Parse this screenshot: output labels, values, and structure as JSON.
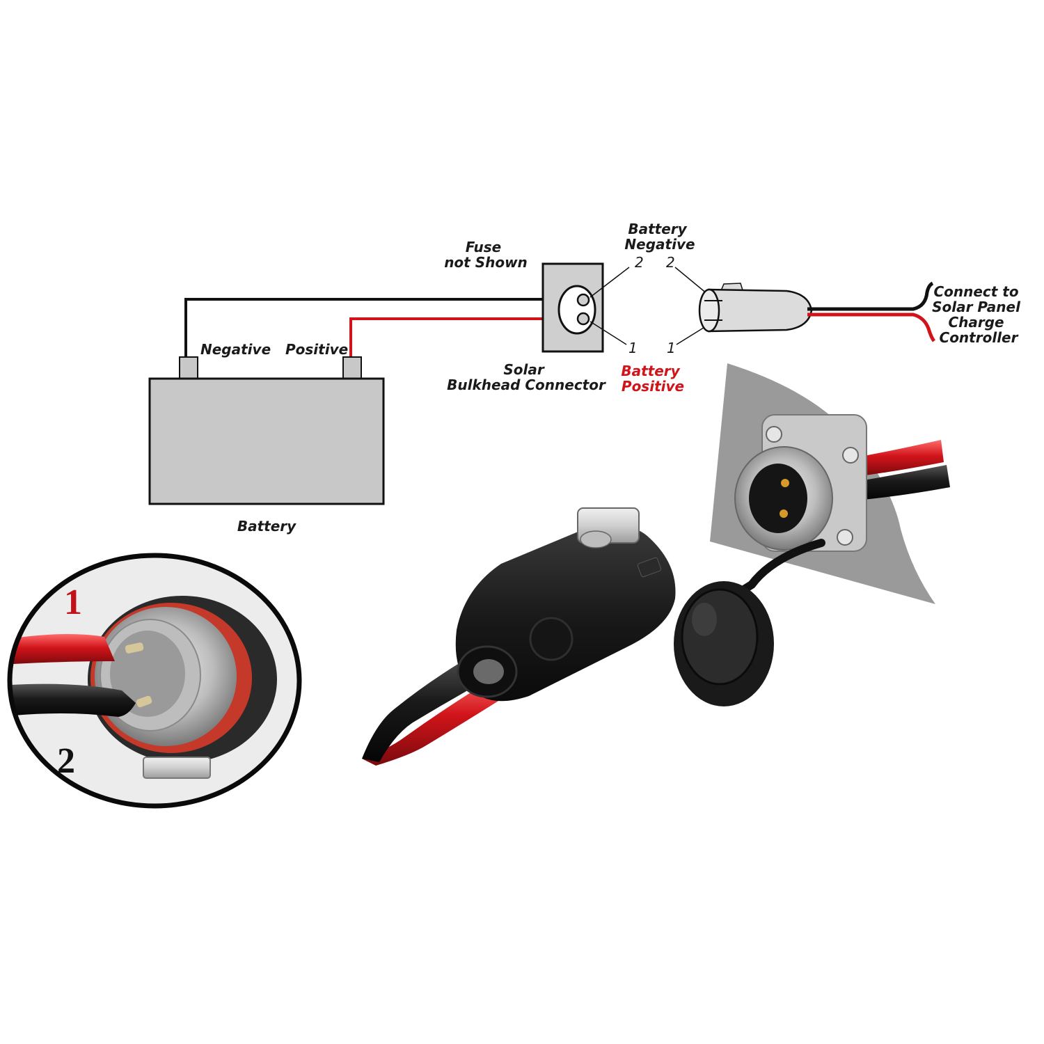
{
  "diagram": {
    "fuse_note": [
      "Fuse",
      "not Shown"
    ],
    "battery_negative": [
      "Battery",
      "Negative"
    ],
    "battery_positive": [
      "Battery",
      "Positive"
    ],
    "negative_terminal": "Negative",
    "positive_terminal": "Positive",
    "battery": "Battery",
    "bulkhead_connector": [
      "Solar",
      "Bulkhead Connector"
    ],
    "controller_note": [
      "Connect to",
      "Solar Panel",
      "Charge",
      "Controller"
    ],
    "pins": {
      "bulkhead_top": "2",
      "bulkhead_bottom": "1",
      "plug_top": "2",
      "plug_bottom": "1"
    }
  },
  "closeup": {
    "pin1": "1",
    "pin2": "2"
  },
  "colors": {
    "positive_wire": "#d0141a",
    "negative_wire": "#111111",
    "battery_fill": "#c8c8c8",
    "connector_fill": "#cfcfcf",
    "panel_fill": "#9a9a9a",
    "plug_body": "#1e1e1e",
    "metal": "#d4d4d4"
  }
}
